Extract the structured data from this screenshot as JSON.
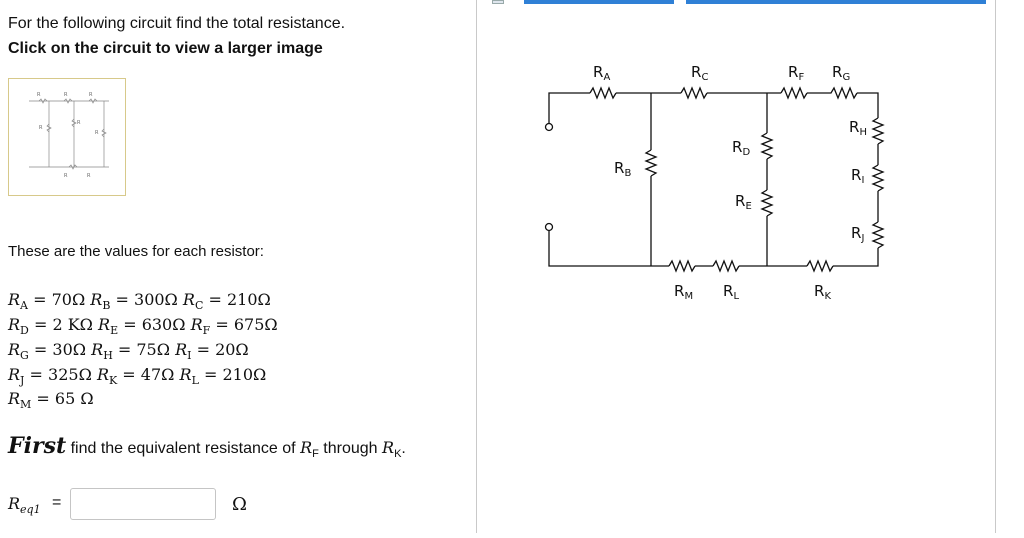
{
  "question": {
    "prompt": "For the following circuit find the total resistance.",
    "thumbnail_link": "Click on the circuit to view a larger image",
    "values_label": "These are the values for each resistor:"
  },
  "resistor_values": [
    [
      {
        "sym": "R",
        "sub": "A",
        "val": "70Ω"
      },
      {
        "sym": "R",
        "sub": "B",
        "val": "300Ω"
      },
      {
        "sym": "R",
        "sub": "C",
        "val": "210Ω"
      }
    ],
    [
      {
        "sym": "R",
        "sub": "D",
        "val": "2 KΩ"
      },
      {
        "sym": "R",
        "sub": "E",
        "val": "630Ω"
      },
      {
        "sym": "R",
        "sub": "F",
        "val": "675Ω"
      }
    ],
    [
      {
        "sym": "R",
        "sub": "G",
        "val": "30Ω"
      },
      {
        "sym": "R",
        "sub": "H",
        "val": "75Ω"
      },
      {
        "sym": "R",
        "sub": "I",
        "val": "20Ω"
      }
    ],
    [
      {
        "sym": "R",
        "sub": "J",
        "val": "325Ω"
      },
      {
        "sym": "R",
        "sub": "K",
        "val": "47Ω"
      },
      {
        "sym": "R",
        "sub": "L",
        "val": "210Ω"
      }
    ],
    [
      {
        "sym": "R",
        "sub": "M",
        "val": "65 Ω"
      }
    ]
  ],
  "instruction": {
    "first_word": "First",
    "rest": "find the equivalent resistance of",
    "from_sub": "F",
    "through": "through",
    "to_sub": "K",
    "end": "."
  },
  "answer": {
    "label_sub": "eq1",
    "equals": "=",
    "value": "",
    "unit": "Ω"
  },
  "circuit_labels": {
    "RA": "A",
    "RC": "C",
    "RF": "F",
    "RG": "G",
    "RH": "H",
    "RD": "D",
    "RB": "B",
    "RI": "I",
    "RE": "E",
    "RJ": "J",
    "RM": "M",
    "RL": "L",
    "RK": "K"
  },
  "colors": {
    "accent": "#2f80d6",
    "thumb_border": "#d7c98a"
  }
}
